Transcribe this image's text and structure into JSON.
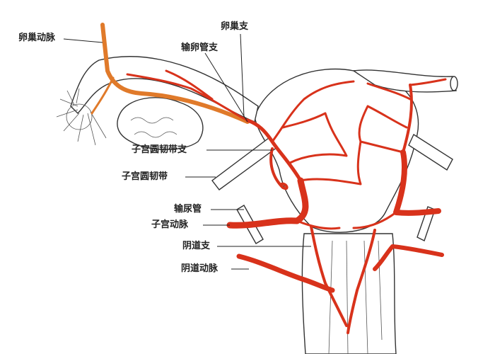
{
  "title": "子宫动脉及其分支",
  "labels": {
    "ovarian_artery": "卵巢动脉",
    "ovarian_branch": "卵巢支",
    "tubal_branch": "输卵管支",
    "round_ligament_branch": "子宫圆韧带支",
    "round_ligament": "子宫圆韧带",
    "ureter": "输尿管",
    "uterine_artery": "子宫动脉",
    "vaginal_branch": "阴道支",
    "vaginal_artery": "阴道动脉"
  },
  "colors": {
    "artery": "#d8321b",
    "ovarian_artery": "#e07a2a",
    "outline": "#333333"
  }
}
